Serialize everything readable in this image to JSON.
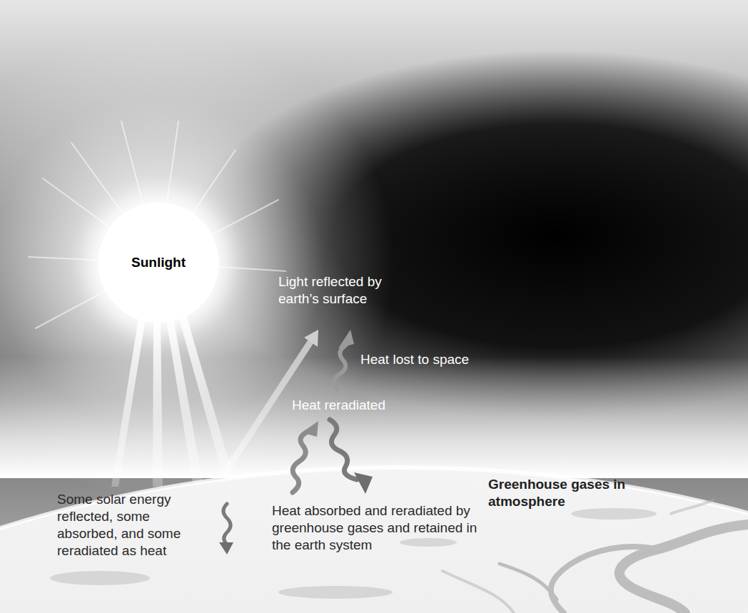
{
  "diagram": {
    "nodes": [
      {
        "text": [
          "Sunlight"
        ]
      }
    ],
    "labels": [
      "Light reflected by earth’s surface",
      "Heat lost to space",
      "Heat reradiated",
      "Greenhouse gases in atmosphere",
      "Some solar energy reflected, some absorbed, and some reradiated as heat",
      "Heat absorbed and reradiated by greenhouse gases and retained in the earth system"
    ]
  }
}
